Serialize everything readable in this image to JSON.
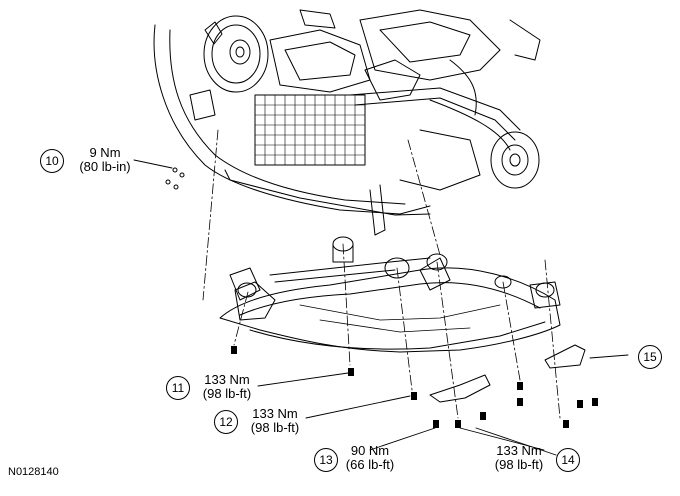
{
  "figure_id": "N0128140",
  "callouts": [
    {
      "number": "10",
      "torque_nm": "9 Nm",
      "torque_imperial": "(80 lb-in)"
    },
    {
      "number": "11",
      "torque_nm": "133 Nm",
      "torque_imperial": "(98 lb-ft)"
    },
    {
      "number": "12",
      "torque_nm": "133 Nm",
      "torque_imperial": "(98 lb-ft)"
    },
    {
      "number": "13",
      "torque_nm": "90 Nm",
      "torque_imperial": "(66 lb-ft)"
    },
    {
      "number": "14",
      "torque_nm": "133 Nm",
      "torque_imperial": "(98 lb-ft)"
    },
    {
      "number": "15"
    }
  ],
  "colors": {
    "line": "#000000",
    "background": "#ffffff"
  }
}
